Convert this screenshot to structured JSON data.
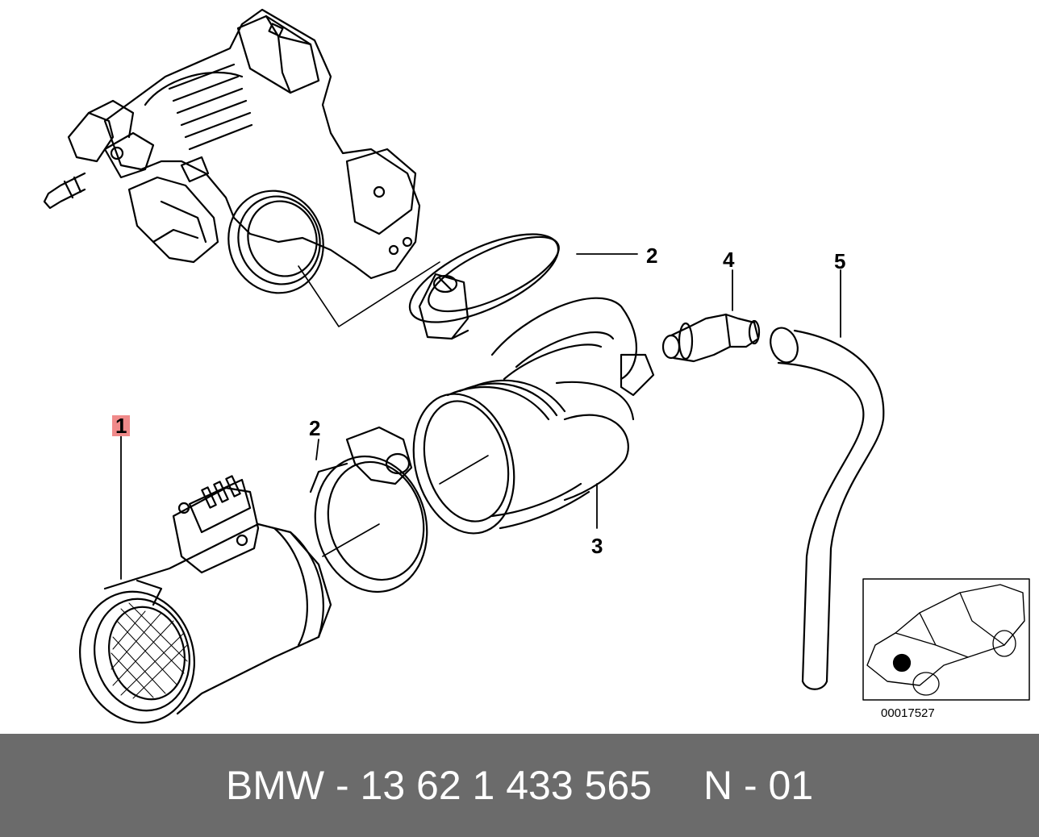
{
  "diagram": {
    "callouts": {
      "part1": "1",
      "part2_upper": "2",
      "part2_lower": "2",
      "part3": "3",
      "part4": "4",
      "part5": "5"
    },
    "reference_number": "00017527",
    "highlight_color": "#f08a8a"
  },
  "footer": {
    "brand": "BMW",
    "separator": "-",
    "part_number": "13 62 1 433 565",
    "code": "N - 01",
    "background": "#6b6b6b"
  }
}
